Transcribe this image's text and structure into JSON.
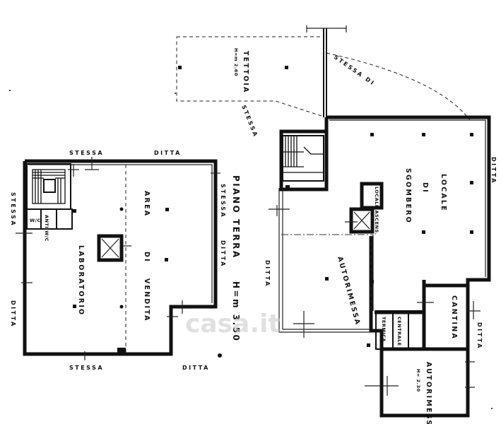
{
  "title": {
    "main": "PIANO TERRA",
    "height": "H=m 3.50"
  },
  "rooms": {
    "laboratorio": "LABORATORIO",
    "area_label": "AREA",
    "di_label": "DI",
    "vendita_label": "VENDITA",
    "wc": "W/C",
    "anti_wc": "ANTI W/C",
    "tettoia": "TETTOIA",
    "tettoia_height": "H=m 2.60",
    "locale_label": "LOCALE",
    "locale_di": "DI",
    "sgombero_label": "SGOMBERO",
    "locale_ascensore": "LOCALE ASCENS.",
    "autorimessa_main": "AUTORIMESSA",
    "cantina": "CANTINA",
    "centrale_termica_1": "CENTRALE",
    "centrale_termica_2": "TERMICA",
    "autorimessa_small": "AUTORIMESSA",
    "autorimessa_small_height": "H= 2.30"
  },
  "edge_labels": {
    "stessa_top_left": "STESSA",
    "ditta_top_left": "DITTA",
    "stessa_left": "STESSA",
    "ditta_left": "DITTA",
    "stessa_bottom": "STESSA",
    "ditta_bottom": "DITTA",
    "stessa_right_vertical": "STESSA",
    "ditta_right_vertical": "DITTA",
    "stessa_diag": "STESSA",
    "ditta_diag_upper": "STESSA DI",
    "ditta_mid": "DITTA",
    "ditta_right_edge": "DITTA",
    "ditta_far_right": "DITTA"
  },
  "watermark": "casa.it"
}
